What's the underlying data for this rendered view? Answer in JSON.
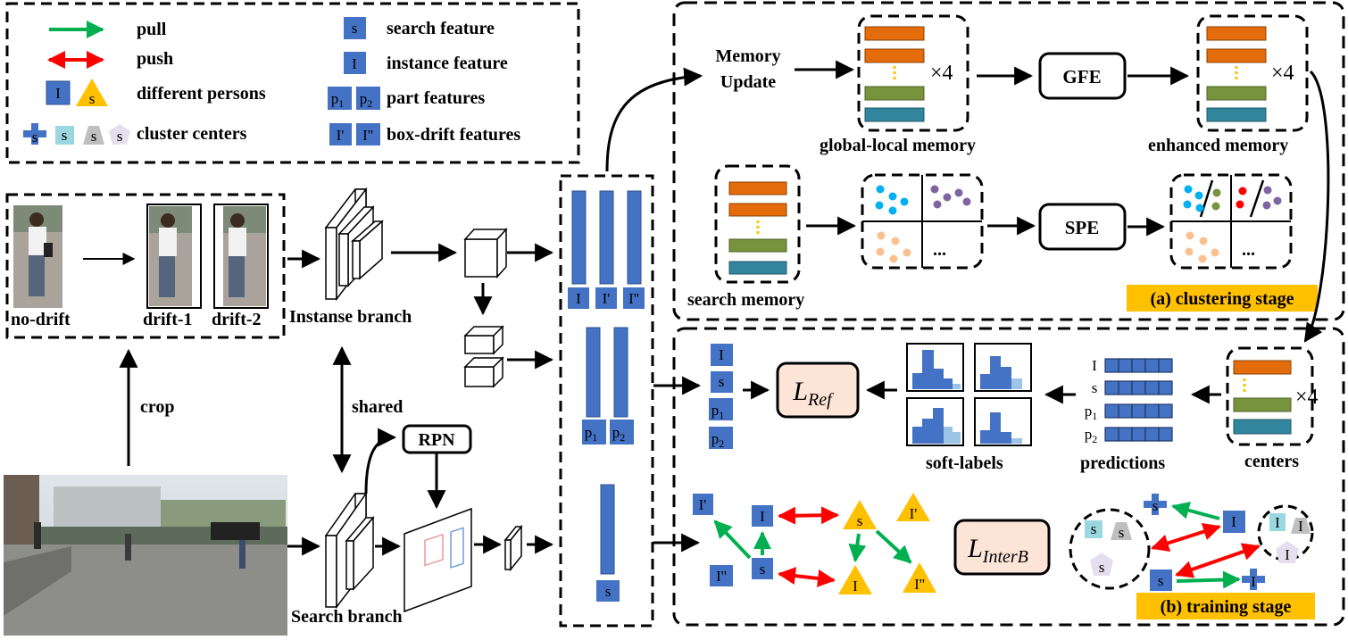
{
  "legend": {
    "pull": "pull",
    "push": "push",
    "different_persons": "different persons",
    "cluster_centers": "cluster centers",
    "search_feature": "search feature",
    "instance_feature": "instance feature",
    "part_features": "part features",
    "box_drift_features": "box-drift features"
  },
  "symbols": {
    "I": "I",
    "s": "s",
    "I1": "I'",
    "I2": "I''",
    "p1": "p",
    "p2": "p",
    "sub1": "1",
    "sub2": "2"
  },
  "crops": {
    "no_drift": "no-drift",
    "drift1": "drift-1",
    "drift2": "drift-2",
    "crop": "crop"
  },
  "branches": {
    "instance": "Instanse branch",
    "search": "Search branch",
    "shared": "shared",
    "rpn": "RPN"
  },
  "clustering": {
    "memory_update_1": "Memory",
    "memory_update_2": "Update",
    "times4": "×4",
    "global_local": "global-local memory",
    "gfe": "GFE",
    "enhanced": "enhanced memory",
    "search_memory": "search memory",
    "spe": "SPE",
    "dots": "...",
    "stage": "(a) clustering stage"
  },
  "training": {
    "loss_ref_main": "L",
    "loss_ref_sub": "Ref",
    "loss_inter_main": "L",
    "loss_inter_sub": "InterB",
    "soft_labels": "soft-labels",
    "predictions": "predictions",
    "centers": "centers",
    "stage": "(b) training stage"
  },
  "colors": {
    "feature_blue": "#4472C4",
    "triangle_yellow": "#FFC000",
    "pull_green": "#00B050",
    "push_red": "#FF0000",
    "stage_label_bg": "#FFC000",
    "loss_box_bg": "#FCE4D6",
    "memory_orange": "#E46C0A",
    "memory_green": "#77933C",
    "memory_teal": "#31859C",
    "cluster_cyan": "#00B0F0",
    "cluster_purple": "#8064A2",
    "cluster_peach": "#FAC090"
  }
}
